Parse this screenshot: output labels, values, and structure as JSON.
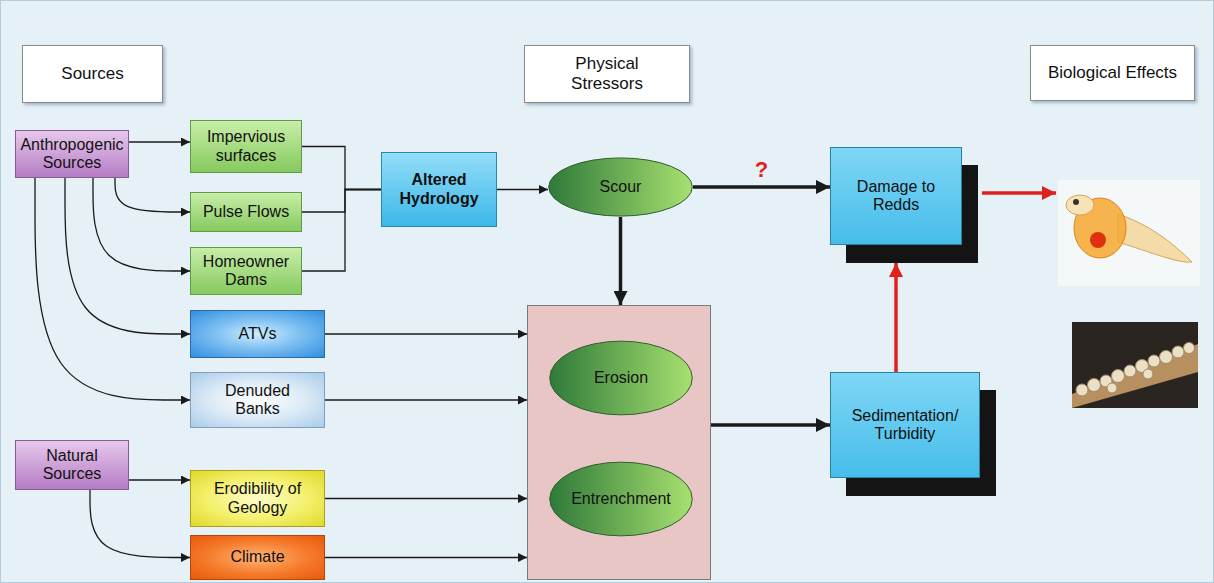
{
  "diagram": {
    "nodes": [
      {
        "text": [
          "Sources"
        ]
      },
      {
        "text": [
          "Physical Stressors"
        ]
      },
      {
        "text": [
          "Biological Effects"
        ]
      },
      {
        "text": [
          "Anthropogenic Sources"
        ]
      },
      {
        "text": [
          "Impervious surfaces"
        ]
      },
      {
        "text": [
          "Pulse Flows"
        ]
      },
      {
        "text": [
          "Homeowner Dams"
        ]
      },
      {
        "text": [
          "Altered Hydrology"
        ]
      },
      {
        "text": [
          "Scour"
        ]
      },
      {
        "text": [
          "Damage to Redds"
        ]
      },
      {
        "text": [
          "ATVs"
        ]
      },
      {
        "text": [
          "Denuded Banks"
        ]
      },
      {
        "text": []
      },
      {
        "text": [
          "Erosion"
        ],
        "in": 12
      },
      {
        "text": [
          "Entrenchment"
        ],
        "in": 12
      },
      {
        "text": [
          "Sedimentation/ Turbidity"
        ]
      },
      {
        "text": [
          "Natural Sources"
        ]
      },
      {
        "text": [
          "Erodibility of Geology"
        ]
      },
      {
        "text": [
          "Climate"
        ]
      }
    ],
    "edges": [
      {
        "from": 3,
        "to": 4,
        "arrow": "to"
      },
      {
        "from": 3,
        "to": 5,
        "arrow": "to"
      },
      {
        "from": 3,
        "to": 6,
        "arrow": "to"
      },
      {
        "from": 3,
        "to": 10,
        "arrow": "to"
      },
      {
        "from": 3,
        "to": 11,
        "arrow": "to"
      },
      {
        "from": 4,
        "to": 7,
        "arrow": "none"
      },
      {
        "from": 5,
        "to": 7,
        "arrow": "none"
      },
      {
        "from": 6,
        "to": 7,
        "arrow": "none"
      },
      {
        "from": 7,
        "to": 8,
        "arrow": "to"
      },
      {
        "from": 8,
        "to": 9,
        "label": "?",
        "arrow": "to"
      },
      {
        "from": 8,
        "to": 12,
        "arrow": "to"
      },
      {
        "from": 10,
        "to": 12,
        "arrow": "to"
      },
      {
        "from": 11,
        "to": 12,
        "arrow": "to"
      },
      {
        "from": 17,
        "to": 12,
        "arrow": "to"
      },
      {
        "from": 18,
        "to": 12,
        "arrow": "to"
      },
      {
        "from": 12,
        "to": 15,
        "arrow": "to"
      },
      {
        "from": 15,
        "to": 9,
        "arrow": "to"
      },
      {
        "from": 16,
        "to": 17,
        "arrow": "to"
      },
      {
        "from": 16,
        "to": 18,
        "arrow": "to"
      }
    ]
  }
}
